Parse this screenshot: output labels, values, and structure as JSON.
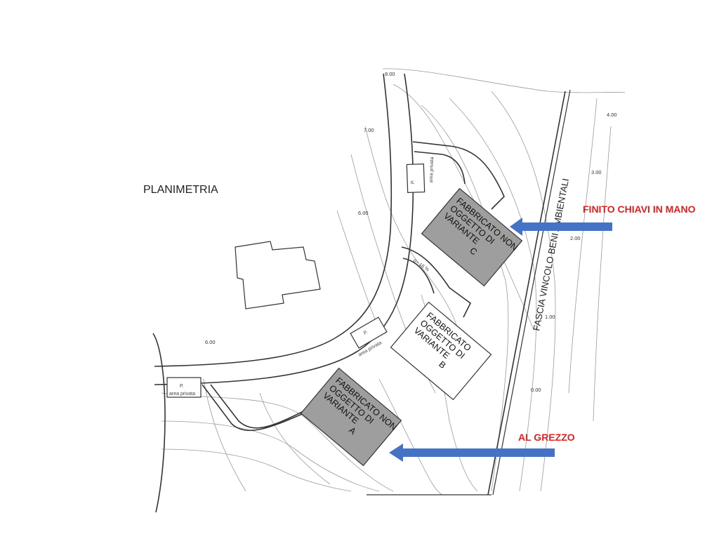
{
  "title": "PLANIMETRIA",
  "zone_label": "FASCIA VINCOLO BENI AMBIENTALI",
  "elevations": [
    "8.00",
    "7.00",
    "6.00",
    "6.00",
    "4.00",
    "3.00",
    "2.00",
    "1.00",
    "0.00"
  ],
  "parking": {
    "slope": "p= 16 %",
    "p_label": "P.",
    "area_label": "area privata"
  },
  "buildings": {
    "a": {
      "lines": [
        "FABBRICATO NON",
        "OGGETTO DI",
        "VARIANTE",
        "A"
      ]
    },
    "b": {
      "lines": [
        "FABBRICATO",
        "OGGETTO DI",
        "VARIANTE",
        "B"
      ]
    },
    "c": {
      "lines": [
        "FABBRICATO NON",
        "OGGETTO DI",
        "VARIANTE",
        "C"
      ]
    }
  },
  "annotations": {
    "finished": "FINITO CHIAVI IN MANO",
    "raw": "AL GREZZO"
  },
  "colors": {
    "annotation_text": "#e02020",
    "arrow": "#4472c4",
    "building_fill": "#9e9e9e"
  }
}
